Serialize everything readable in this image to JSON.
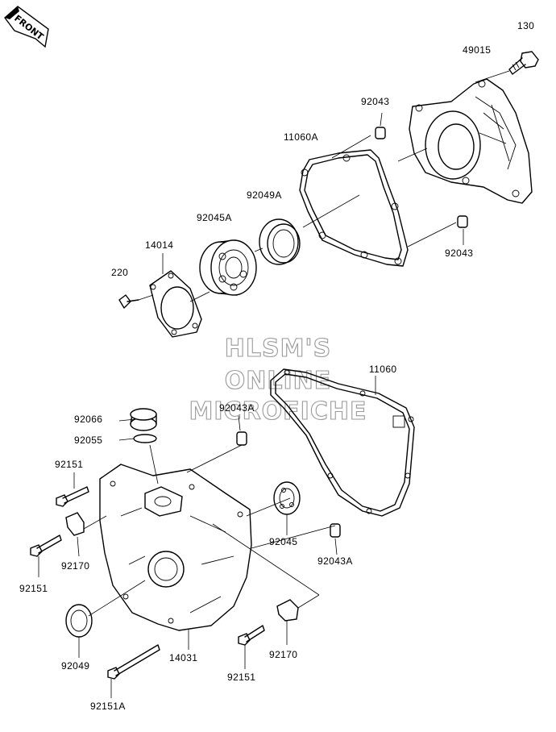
{
  "front_indicator": {
    "text": "FRONT"
  },
  "watermark": {
    "line1": "HLSM'S",
    "line2": "ONLINE",
    "line3": "MICROFICHE"
  },
  "labels": {
    "p130": "130",
    "p49015": "49015",
    "p92043_top": "92043",
    "p11060A": "11060A",
    "p92049A": "92049A",
    "p92045A": "92045A",
    "p14014": "14014",
    "p220": "220",
    "p92043_right": "92043",
    "p11060": "11060",
    "p92043A_top": "92043A",
    "p92066": "92066",
    "p92055": "92055",
    "p92151_a": "92151",
    "p92170_left": "92170",
    "p92151_b": "92151",
    "p92045": "92045",
    "p92043A_bottom": "92043A",
    "p92049": "92049",
    "p14031": "14031",
    "p92151_c": "92151",
    "p92170_right": "92170",
    "p92151A": "92151A"
  }
}
